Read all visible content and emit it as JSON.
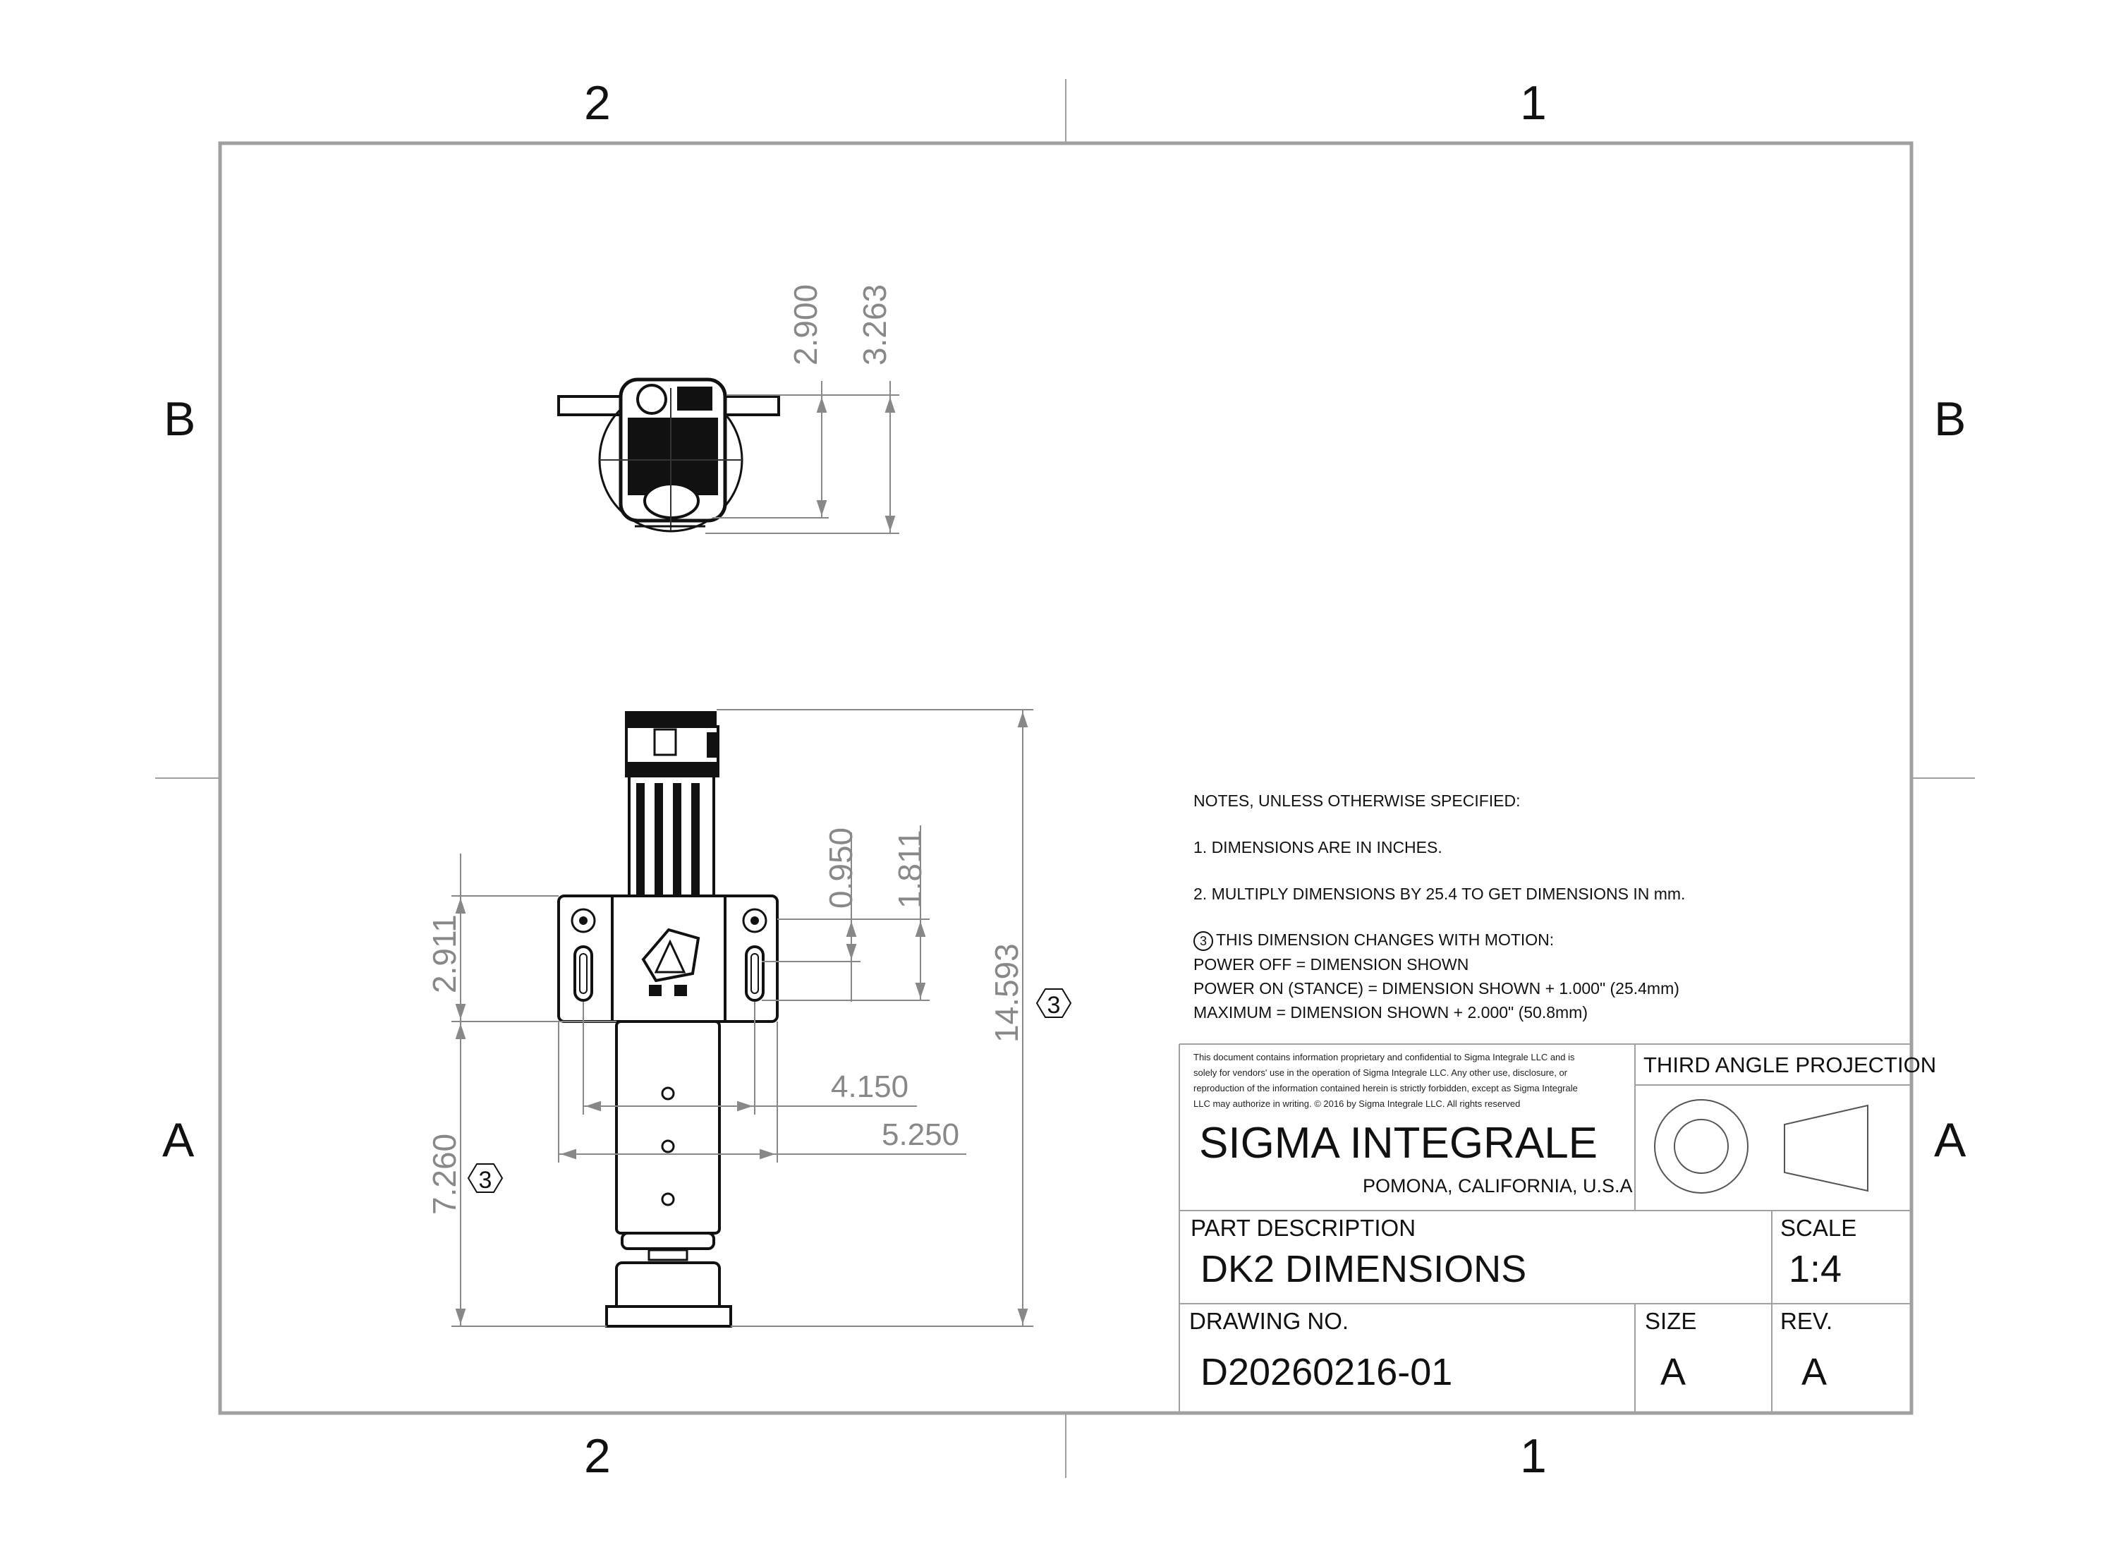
{
  "zones": {
    "columns": [
      "2",
      "1"
    ],
    "rows": [
      "B",
      "A"
    ]
  },
  "dimensions": {
    "top_view": [
      "2.900",
      "3.263"
    ],
    "front_view": {
      "d_0950": "0.950",
      "d_1811": "1.811",
      "d_2911": "2.911",
      "d_14593": "14.593",
      "d_7260": "7.260",
      "d_4150": "4.150",
      "d_5250": "5.250",
      "flag_note": "3"
    }
  },
  "notes": {
    "heading": "NOTES, UNLESS OTHERWISE SPECIFIED:",
    "note1": "1. DIMENSIONS ARE IN INCHES.",
    "note2": "2. MULTIPLY DIMENSIONS BY 25.4 TO GET DIMENSIONS IN mm.",
    "note3_flag": "3",
    "note3_title": "THIS DIMENSION CHANGES WITH MOTION:",
    "note3_line1": "POWER OFF = DIMENSION SHOWN",
    "note3_line2": "POWER ON (STANCE) = DIMENSION SHOWN + 1.000\" (25.4mm)",
    "note3_line3": "MAXIMUM = DIMENSION SHOWN + 2.000\" (50.8mm)"
  },
  "title_block": {
    "disclaimer": "This document contains information proprietary and confidential to Sigma Integrale LLC and is solely for vendors' use in the operation of Sigma Integrale LLC. Any other use, disclosure, or reproduction of the information contained herein is strictly forbidden, except as Sigma Integrale LLC may authorize in writing. © 2016 by Sigma Integrale LLC. All rights reserved",
    "company": "SIGMA INTEGRALE",
    "location": "POMONA, CALIFORNIA, U.S.A",
    "projection_label": "THIRD ANGLE PROJECTION",
    "part_description_label": "PART DESCRIPTION",
    "part_description": "DK2 DIMENSIONS",
    "scale_label": "SCALE",
    "scale": "1:4",
    "drawing_no_label": "DRAWING NO.",
    "drawing_no": "D20260216-01",
    "size_label": "SIZE",
    "size": "A",
    "rev_label": "REV.",
    "rev": "A"
  },
  "colors": {
    "border": "#a0a0a0",
    "dimension": "#888888",
    "line": "#111111"
  }
}
